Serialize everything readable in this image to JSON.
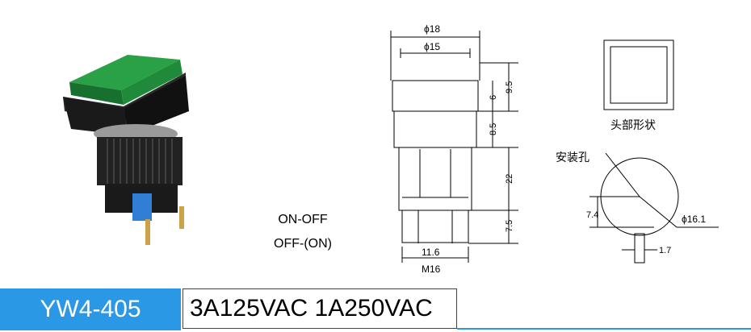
{
  "modes": {
    "line1": "ON-OFF",
    "line2": "OFF-(ON)"
  },
  "dimensions": {
    "phi18": "ϕ18",
    "phi15": "ϕ15",
    "d9_5": "9.5",
    "d6": "6",
    "d8_5": "8.5",
    "d22": "22",
    "d7_5": "7.5",
    "d11_6": "11.6",
    "m16": "M16",
    "d7_4": "7.4",
    "phi16_1": "ϕ16.1",
    "d1_7": "1.7"
  },
  "labels": {
    "head_shape": "头部形状",
    "mounting_hole": "安装孔"
  },
  "footer": {
    "model": "YW4-405",
    "rating": "3A125VAC 1A250VAC"
  },
  "colors": {
    "accent": "#2b98e6",
    "lens": "#1f8a3a",
    "body": "#1a1a1a",
    "terminal_block": "#2f7fd6"
  }
}
